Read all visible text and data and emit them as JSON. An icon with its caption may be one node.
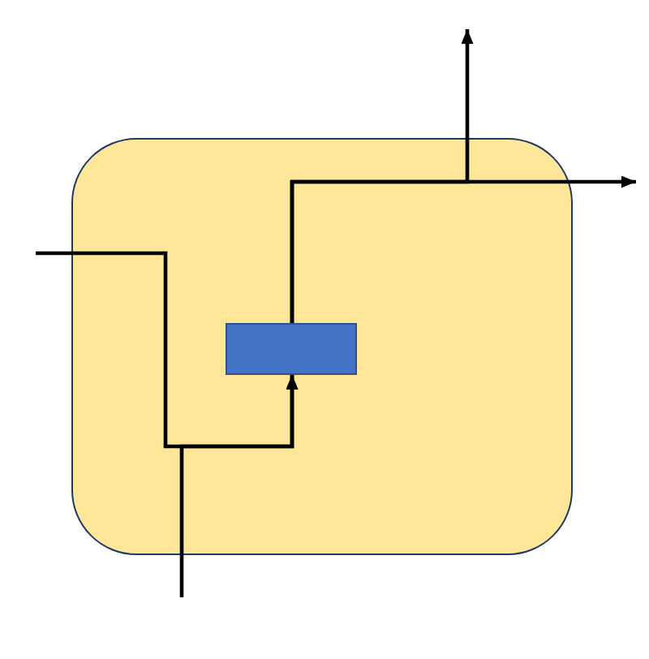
{
  "diagram": {
    "nodes": [
      {
        "text": [],
        "shape": "box"
      },
      {
        "text": [],
        "shape": "box",
        "in": 0
      }
    ],
    "edges": [
      {
        "from": null,
        "to": 1,
        "arrow": "to"
      },
      {
        "from": null,
        "to": 1,
        "arrow": "to"
      },
      {
        "from": 1,
        "to": null,
        "arrow": "to"
      },
      {
        "from": 1,
        "to": null,
        "arrow": "to"
      }
    ]
  }
}
